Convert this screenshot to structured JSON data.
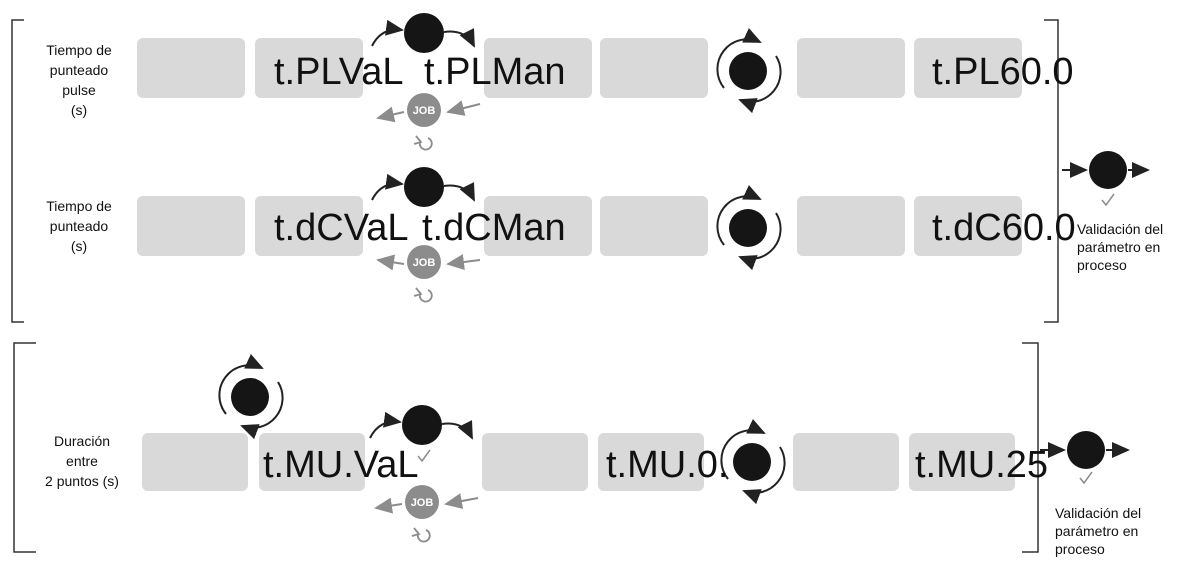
{
  "sections": [
    {
      "rows": [
        {
          "label": "Tiempo de\npunteado\npulse\n(s)",
          "values": [
            "t.PLVaL",
            "t.PLMan",
            "t.PL60.0"
          ]
        },
        {
          "label": "Tiempo de\npunteado\n(s)",
          "values": [
            "t.dCVaL",
            "t.dCMan",
            "t.dC60.0"
          ]
        }
      ],
      "validation_note": "Validación del\nparámetro en\nproceso"
    },
    {
      "rows": [
        {
          "label": "Duración\nentre\n2 puntos (s)",
          "values": [
            "t.MU.VaL",
            "t.MU.0.",
            "t.MU.25"
          ]
        }
      ],
      "validation_note": "Validación del\nparámetro en\nproceso"
    }
  ],
  "job_button_label": "JOB",
  "icons": {
    "knob": "knob-icon",
    "rotate_knob": "rotate-knob-icon",
    "job_button": "job-button-icon",
    "back": "back-arrow-icon",
    "check": "check-icon"
  },
  "colors": {
    "display_box": "#d9d9d9",
    "knob": "#151515",
    "job_button": "#8c8c8c",
    "arrow_dark": "#222222",
    "arrow_grey": "#8c8c8c"
  }
}
